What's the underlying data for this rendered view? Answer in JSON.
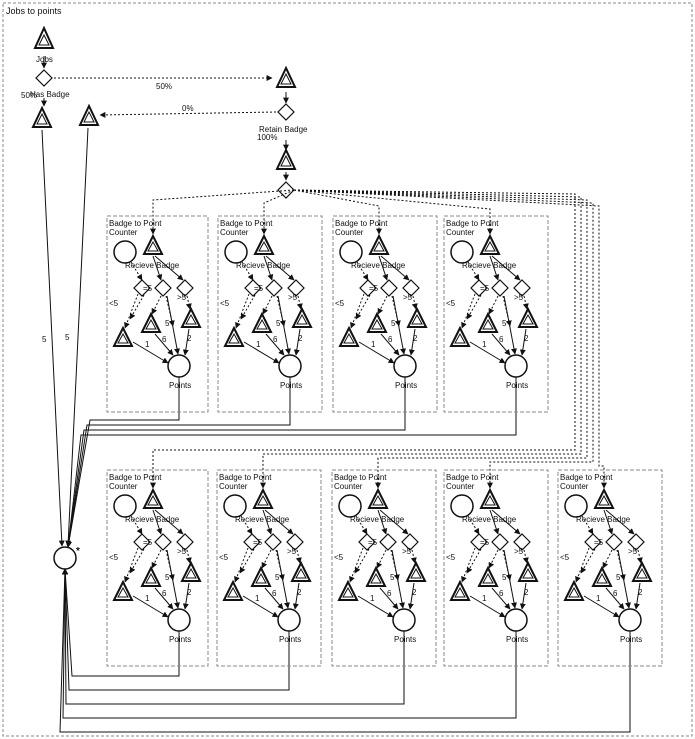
{
  "diagram": {
    "title": "Jobs to points",
    "nodes": {
      "jobs_label": "Jobs",
      "has_badge_label": "Has Badge",
      "retain_badge_label": "Retain Badge"
    },
    "edges": {
      "pct_50_right": "50%",
      "pct_50_left": "50%",
      "pct_0": "0%",
      "pct_100": "100%",
      "flow_5a": "5",
      "flow_5b": "5"
    },
    "collector_marker": "*",
    "module": {
      "title_line1": "Badge to Point",
      "title_line2": "Counter",
      "receive_label": "Recieve Badge",
      "cond_lt": "<5",
      "cond_eq": "=5",
      "cond_gt": ">5",
      "val_1": "1",
      "val_5": "5",
      "val_6": "6",
      "val_2": "2",
      "points_label": "Points"
    },
    "modules_row1": 4,
    "modules_row2": 5
  }
}
